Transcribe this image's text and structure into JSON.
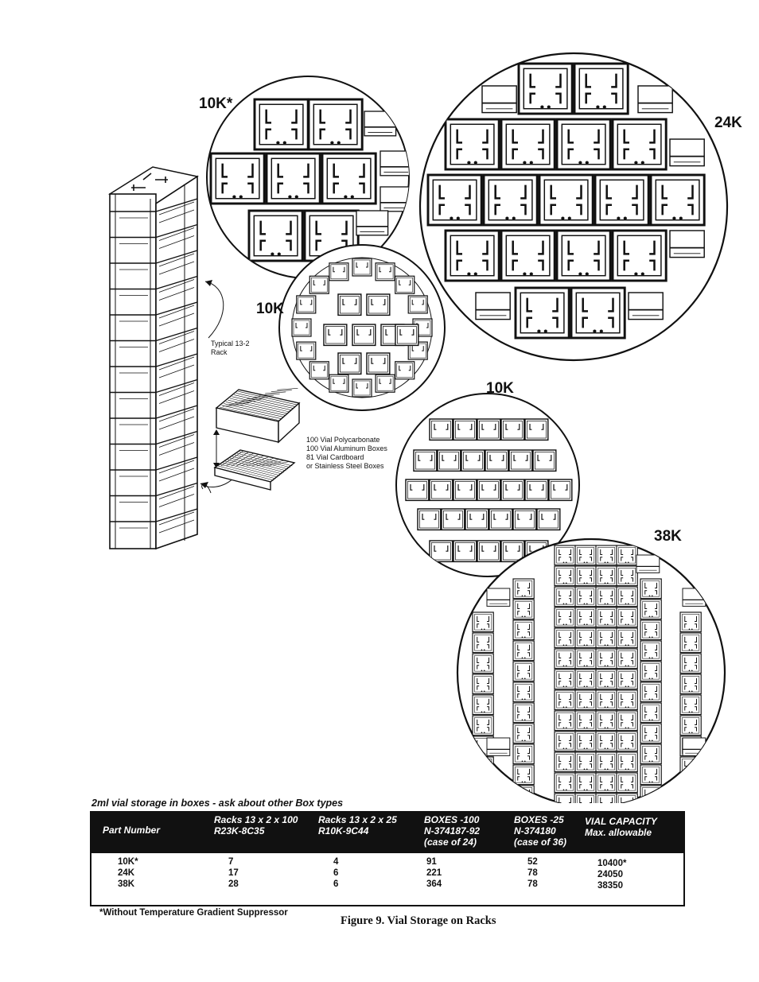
{
  "figure": {
    "labels": {
      "k10_star": "10K*",
      "k24": "24K",
      "k10_mid": "10K",
      "k10_lower": "10K",
      "k38": "38K"
    },
    "rack_note": [
      "Typical 13-2",
      "Rack"
    ],
    "box_note": [
      "100 Vial Polycarbonate",
      "100 Vial Aluminum Boxes",
      "81 Vial Cardboard",
      "or Stainless Steel Boxes"
    ]
  },
  "table": {
    "caption": "2ml vial storage in boxes - ask about other Box types",
    "headers": [
      [
        "Part Number"
      ],
      [
        "Racks 13 x 2 x 100",
        "R23K-8C35"
      ],
      [
        "Racks 13 x 2 x 25",
        "R10K-9C44"
      ],
      [
        "BOXES -100",
        "N-374187-92",
        "(case of 24)"
      ],
      [
        "BOXES -25",
        "N-374180",
        "(case of 36)"
      ],
      [
        "VIAL CAPACITY",
        "Max. allowable"
      ]
    ],
    "rows": [
      [
        "10K*",
        "7",
        "4",
        "91",
        "52",
        "10400*"
      ],
      [
        "24K",
        "17",
        "6",
        "221",
        "78",
        "24050"
      ],
      [
        "38K",
        "28",
        "6",
        "364",
        "78",
        "38350"
      ]
    ],
    "footnote": "*Without Temperature Gradient Suppressor"
  },
  "caption": "Figure 9. Vial Storage on Racks"
}
